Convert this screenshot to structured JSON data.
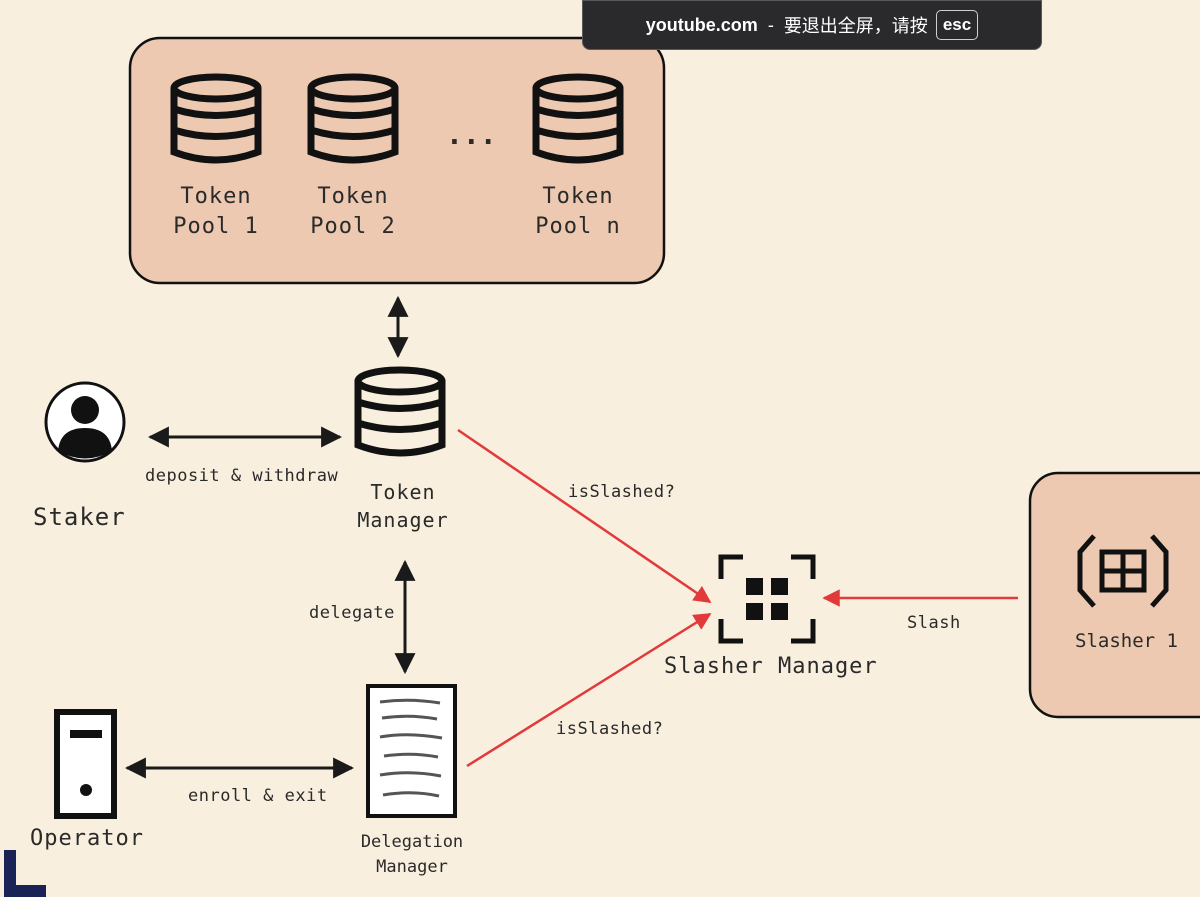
{
  "overlay": {
    "site": "youtube.com",
    "separator": "-",
    "message": "要退出全屏，请按",
    "key": "esc"
  },
  "pools": [
    {
      "line1": "Token",
      "line2": "Pool 1"
    },
    {
      "line1": "Token",
      "line2": "Pool 2"
    },
    {
      "line1": "Token",
      "line2": "Pool n"
    }
  ],
  "ellipsis": "...",
  "nodes": {
    "staker": "Staker",
    "token_manager": {
      "line1": "Token",
      "line2": "Manager"
    },
    "slasher_manager": "Slasher Manager",
    "slasher1": "Slasher 1",
    "operator": "Operator",
    "delegation_manager": {
      "line1": "Delegation",
      "line2": "Manager"
    }
  },
  "edges": {
    "deposit_withdraw": "deposit & withdraw",
    "delegate": "delegate",
    "enroll_exit": "enroll & exit",
    "is_slashed_top": "isSlashed?",
    "is_slashed_bottom": "isSlashed?",
    "slash": "Slash"
  },
  "colors": {
    "background": "#f8efdf",
    "box_fill": "#ecc9b0",
    "ink": "#1a1a1a",
    "red_arrow": "#e23a3a"
  }
}
